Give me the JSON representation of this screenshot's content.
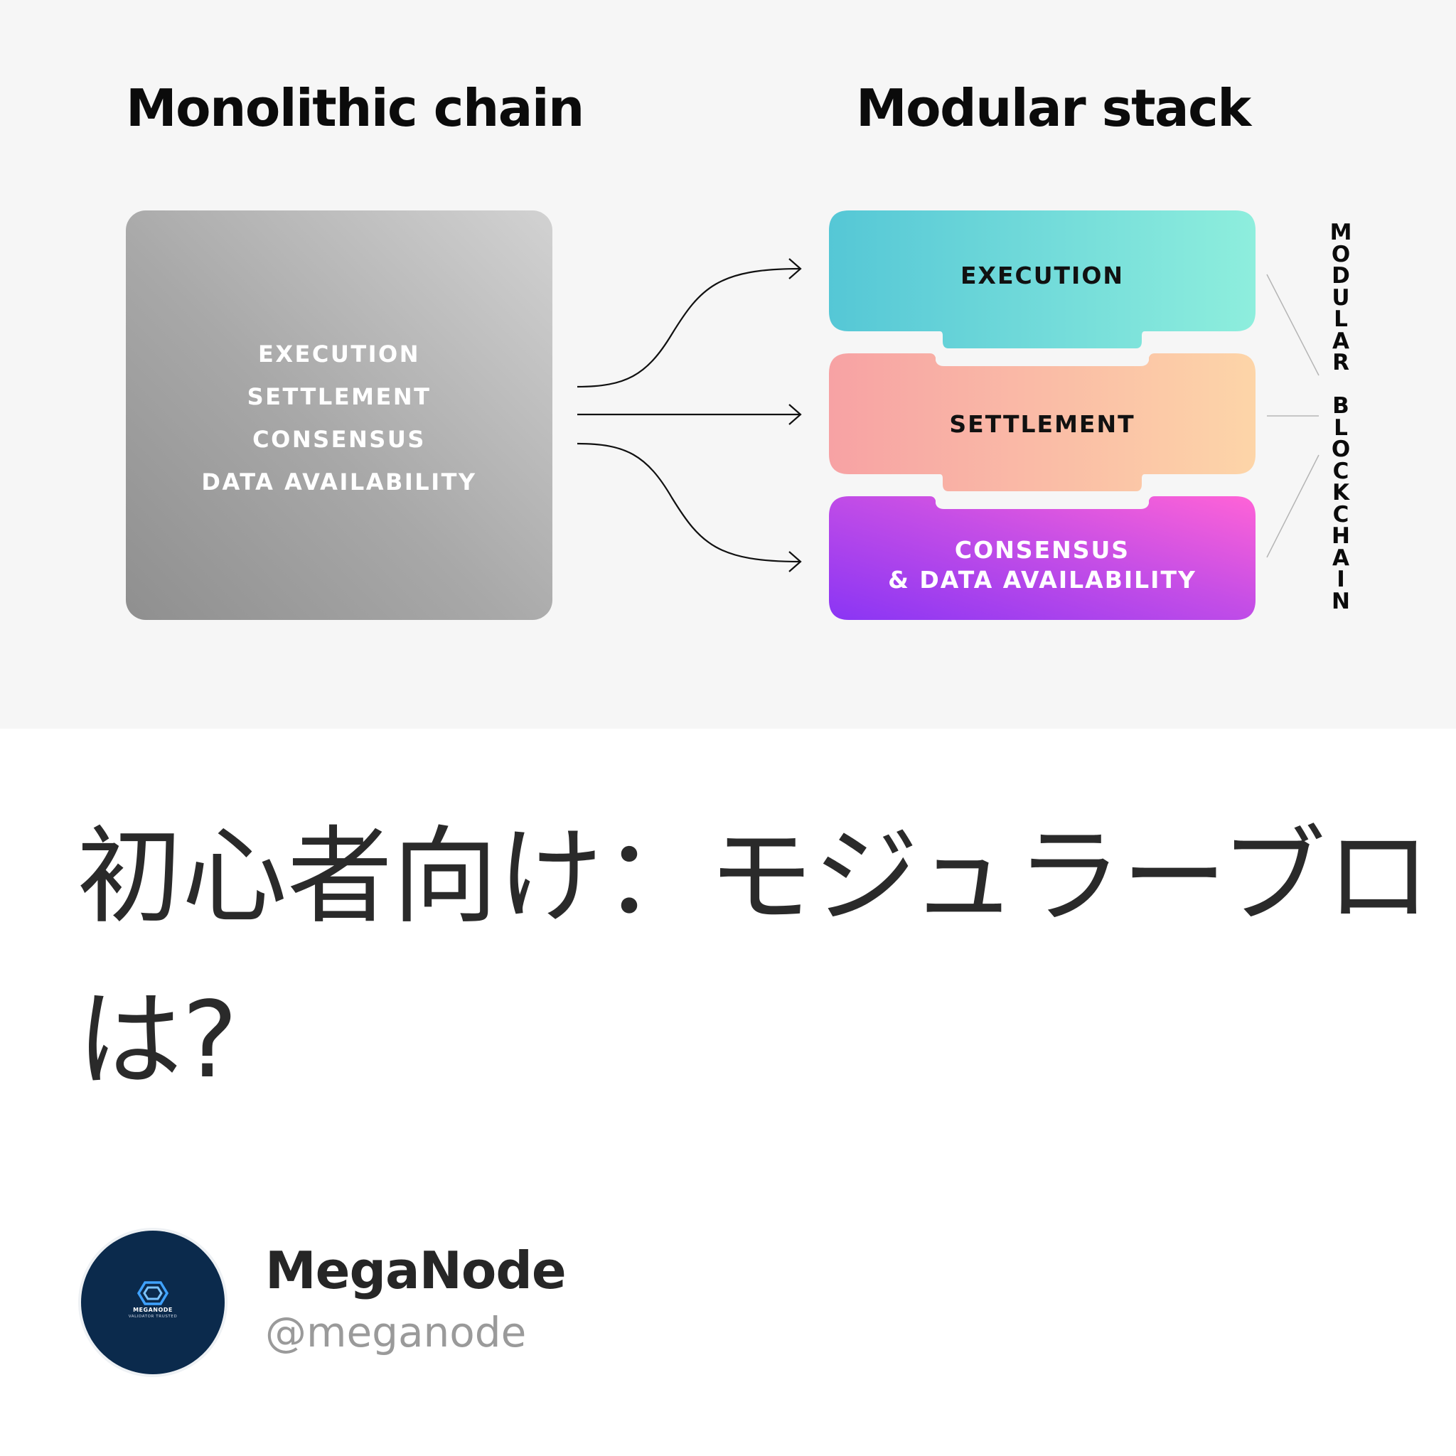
{
  "diagram": {
    "left_heading": "Monolithic chain",
    "right_heading": "Modular stack",
    "monolithic_layers": [
      "EXECUTION",
      "SETTLEMENT",
      "CONSENSUS",
      "DATA AVAILABILITY"
    ],
    "modular_layers": {
      "execution": "EXECUTION",
      "settlement": "SETTLEMENT",
      "consensus_line1": "CONSENSUS",
      "consensus_line2": "& DATA AVAILABILITY"
    },
    "side_label": "MODULAR BLOCKCHAIN",
    "colors": {
      "execution_gradient": [
        "#55c7d6",
        "#8eeedd"
      ],
      "settlement_gradient": [
        "#f7a2a4",
        "#fdd5a8"
      ],
      "consensus_gradient": [
        "#8a35f4",
        "#ff63d7"
      ],
      "monolithic_gradient": [
        "#d2d2d2",
        "#8f8f8f"
      ]
    }
  },
  "article": {
    "title_line1": "初心者向け：モジュラーブロ",
    "title_line2": "は?"
  },
  "author": {
    "avatar_brand": "MEGANODE",
    "avatar_tagline": "VALIDATOR TRUSTED",
    "name": "MegaNode",
    "handle": "@meganode"
  }
}
